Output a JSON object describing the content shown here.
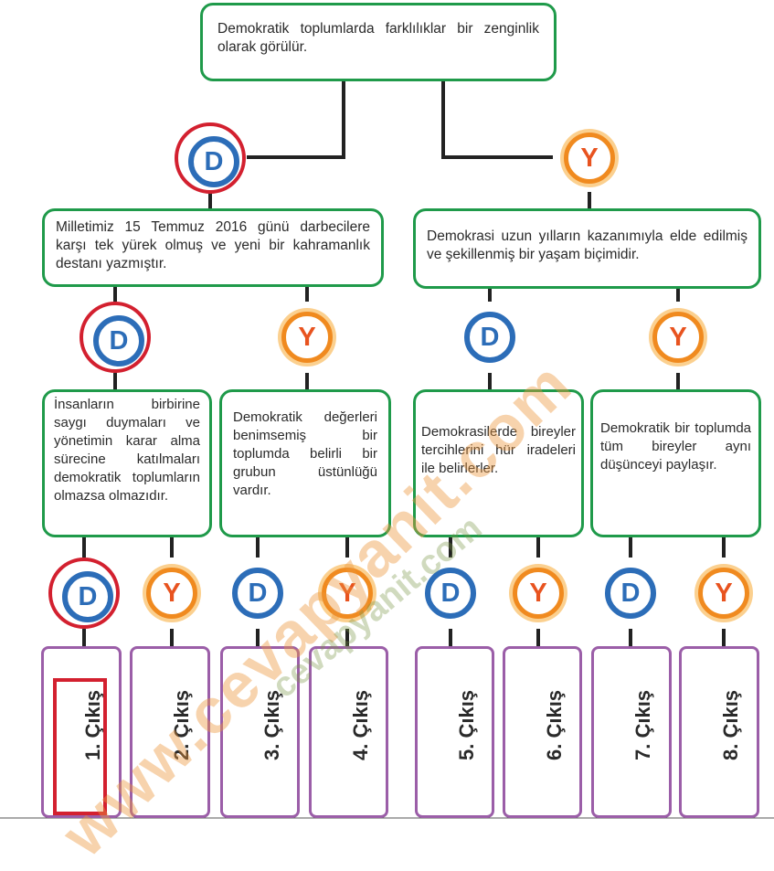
{
  "colors": {
    "green_border": "#1f9a4a",
    "purple_border": "#9b5ea8",
    "d_blue": "#2c6db8",
    "y_orange": "#e8531f",
    "selection_red": "#d3202f"
  },
  "root": {
    "text": "Demokratik toplumlarda farklılıklar bir zenginlik olarak görülür."
  },
  "level1": {
    "d_statement": "Milletimiz 15 Temmuz 2016 günü darbecilere karşı tek yürek olmuş ve yeni bir kahramanlık destanı yazmıştır.",
    "y_statement": "Demokrasi uzun yılların kazanımıyla elde edilmiş ve şekillenmiş bir yaşam biçimidir."
  },
  "level2": {
    "dd": "İnsanların birbirine saygı duymaları ve yönetimin karar alma sürecine katılmaları demokratik toplumların olmazsa olmazıdır.",
    "dy": "Demokratik değerleri benimsemiş bir toplumda belirli bir grubun üstünlüğü vardır.",
    "yd": "Demokrasilerde bireyler tercihlerini hür iradeleri ile belirlerler.",
    "yy": "Demokratik bir toplumda tüm bireyler aynı düşünceyi paylaşır."
  },
  "answers": {
    "d": "D",
    "y": "Y"
  },
  "outputs": [
    "1. Çıkış",
    "2. Çıkış",
    "3. Çıkış",
    "4. Çıkış",
    "5. Çıkış",
    "6. Çıkış",
    "7. Çıkış",
    "8. Çıkış"
  ],
  "selected_output": 1,
  "watermark": {
    "main": "www.cevapyanit.com",
    "sub": "cevapyanit.com"
  }
}
